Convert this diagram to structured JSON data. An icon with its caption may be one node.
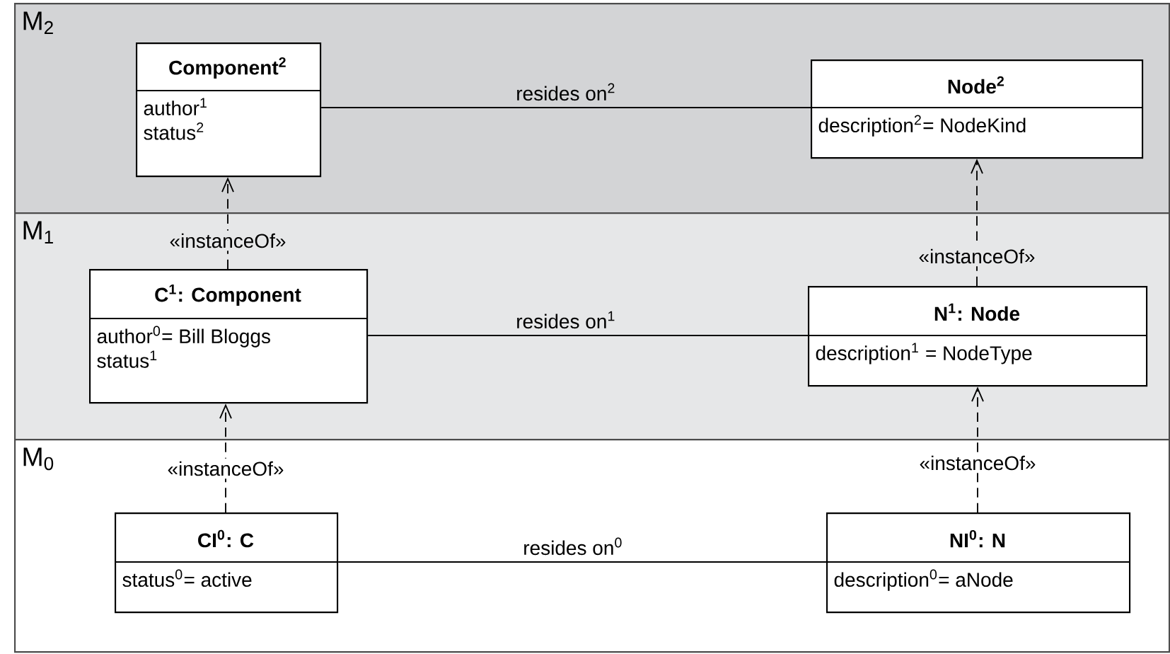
{
  "diagram": {
    "nodes": [
      {
        "text": [
          "M$_{2}$"
        ]
      },
      {
        "text": [
          "Component$^{2}$",
          "author$^{1}$",
          "status$^{2}$"
        ],
        "in": 0
      },
      {
        "text": [
          "Node$^{2}$",
          "description$^{2}$= NodeKind"
        ],
        "in": 0
      },
      {
        "text": [
          "M$_{1}$"
        ]
      },
      {
        "text": [
          "C$^{1}$: Component",
          "author$^{0}$= Bill Bloggs",
          "status$^{1}$"
        ],
        "in": 3
      },
      {
        "text": [
          "N$^{1}$: Node",
          "description$^{1}$ = NodeType"
        ],
        "in": 3
      },
      {
        "text": [
          "M$_{0}$"
        ]
      },
      {
        "text": [
          "CI$^{0}$: C",
          "status$^{0}$= active"
        ],
        "in": 6
      },
      {
        "text": [
          "NI$^{0}$: N",
          "description$^{0}$= aNode"
        ],
        "in": 6
      }
    ],
    "edges": [
      {
        "from": 1,
        "to": 2,
        "arrow": "none",
        "label": "resides on$^{2}$"
      },
      {
        "from": 4,
        "to": 5,
        "arrow": "none",
        "label": "resides on$^{1}$"
      },
      {
        "from": 7,
        "to": 8,
        "arrow": "none",
        "label": "resides on$^{0}$"
      },
      {
        "from": 4,
        "to": 1,
        "arrow": "to",
        "style": "dashed",
        "label": "«instanceOf»"
      },
      {
        "from": 5,
        "to": 2,
        "arrow": "to",
        "style": "dashed",
        "label": "«instanceOf»"
      },
      {
        "from": 7,
        "to": 4,
        "arrow": "to",
        "style": "dashed",
        "label": "«instanceOf»"
      },
      {
        "from": 8,
        "to": 5,
        "arrow": "to",
        "style": "dashed",
        "label": "«instanceOf»"
      }
    ]
  }
}
